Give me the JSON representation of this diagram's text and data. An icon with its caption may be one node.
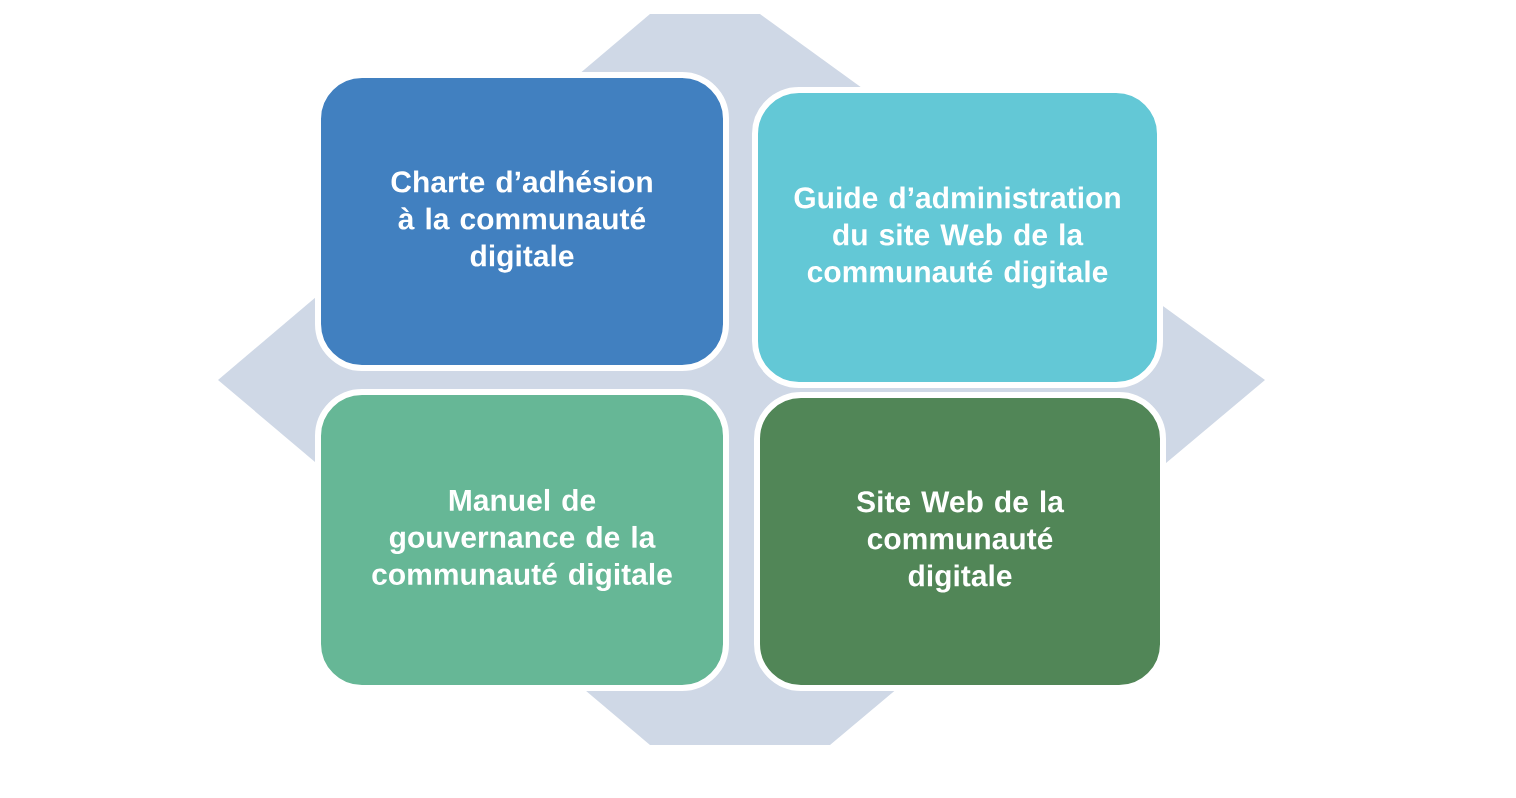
{
  "diagram": {
    "nodes": [
      {
        "text": [
          "Charte d’adhésion à la communauté digitale"
        ]
      },
      {
        "text": [
          "Guide d’administration du site Web de la communauté digitale"
        ]
      },
      {
        "text": [
          "Manuel de gouvernance de la communauté digitale"
        ]
      },
      {
        "text": [
          "Site Web de la communauté digitale"
        ]
      }
    ]
  }
}
